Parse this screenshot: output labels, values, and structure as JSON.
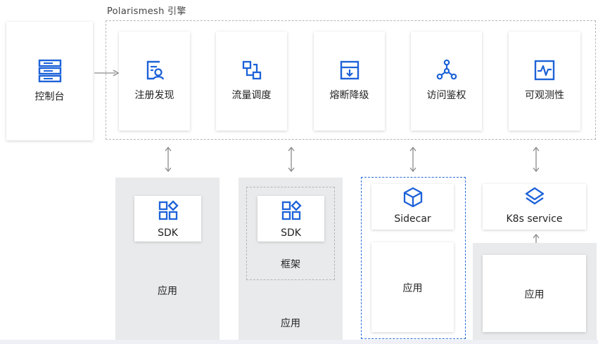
{
  "engine": {
    "title": "Polarismesh 引擎"
  },
  "console": {
    "label": "控制台",
    "icon": "server-icon"
  },
  "features": [
    {
      "label": "注册发现",
      "icon": "registry-icon"
    },
    {
      "label": "流量调度",
      "icon": "traffic-icon"
    },
    {
      "label": "熔断降级",
      "icon": "circuit-breaker-icon"
    },
    {
      "label": "访问鉴权",
      "icon": "access-auth-icon"
    },
    {
      "label": "可观测性",
      "icon": "observability-icon"
    }
  ],
  "columns": [
    {
      "component": "SDK",
      "component_icon": "sdk-icon",
      "app": "应用"
    },
    {
      "component": "SDK",
      "component_icon": "sdk-icon",
      "framework": "框架",
      "app": "应用"
    },
    {
      "component": "Sidecar",
      "component_icon": "sidecar-cube-icon",
      "app": "应用"
    },
    {
      "component": "K8s service",
      "component_icon": "k8s-layers-icon",
      "app": "应用"
    }
  ],
  "colors": {
    "accent": "#1d62d8",
    "panel_grey": "#e9eaec",
    "dashed_grey": "#b5b5b5",
    "arrow": "#8a8a8a"
  }
}
